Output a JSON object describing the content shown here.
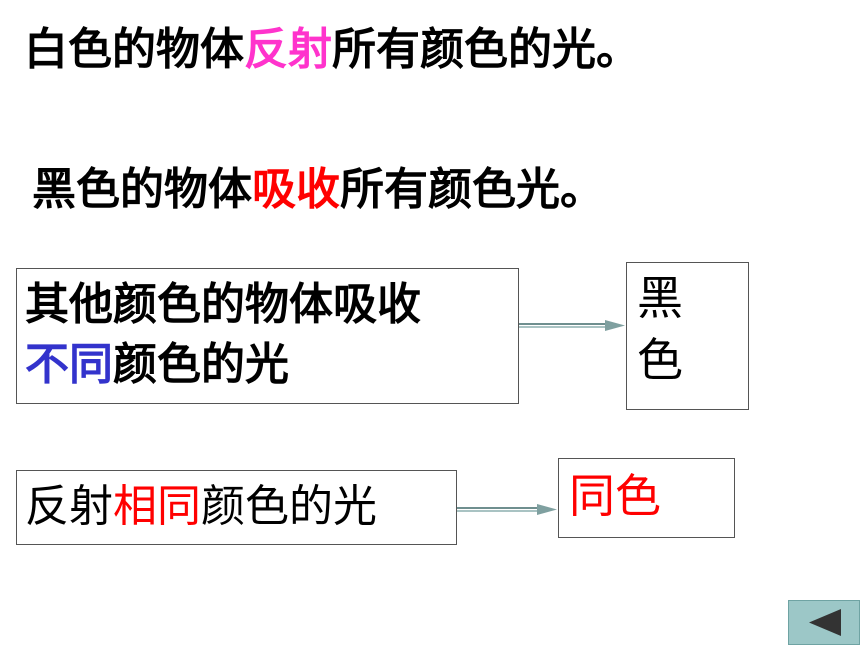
{
  "colors": {
    "magenta": "#ff33cc",
    "red": "#ff0000",
    "blue": "#3333cc",
    "nav_bg": "#9cc7c7"
  },
  "line1": {
    "a": "白色的物体",
    "b": "反射",
    "c": "所有颜色的光。"
  },
  "line2": {
    "a": "黑色的物体",
    "b": "吸收",
    "c": "所有颜色光。"
  },
  "box1": {
    "line1": "其他颜色的物体吸收",
    "line2_hl": "不同",
    "line2_rest": "颜色的光"
  },
  "box2": {
    "char1": "黑",
    "char2": "色"
  },
  "box3": {
    "a": "反射",
    "b": "相同",
    "c": "颜色的光"
  },
  "box4": {
    "text": "同色"
  },
  "nav": {
    "icon": "back-triangle-icon"
  }
}
